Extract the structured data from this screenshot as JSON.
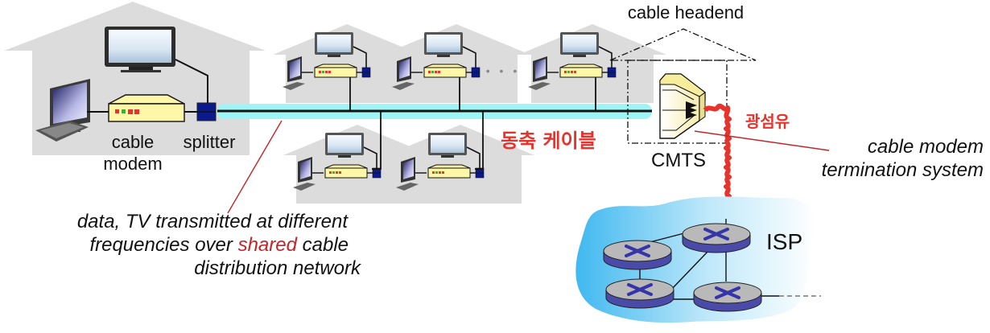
{
  "home": {
    "cable_modem_label_line1": "cable",
    "cable_modem_label_line2": "modem",
    "splitter_label": "splitter"
  },
  "headend": {
    "title": "cable headend",
    "cmts_label": "CMTS",
    "cmts_desc_line1": "cable modem",
    "cmts_desc_line2": "termination system"
  },
  "annotations": {
    "coax_korean": "동축 케이블",
    "fiber_korean": "광섬유",
    "ellipsis": "• • •",
    "shared_line1": "data, TV transmitted at different",
    "shared_line2_pre": "frequencies over ",
    "shared_line2_highlight": "shared",
    "shared_line2_post": " cable",
    "shared_line3": "distribution network"
  },
  "isp": {
    "label": "ISP"
  },
  "colors": {
    "house": "#dcdcdc",
    "coax": "#9ef5f5",
    "splitter": "#0a1a8c",
    "modem": "#fff7a8",
    "annotation_red": "#e8322c",
    "highlight_red": "#c0262a",
    "router_top": "#b4b4b4",
    "router_side": "#4a4aa8",
    "isp_cloud": "#4ec0f0"
  }
}
